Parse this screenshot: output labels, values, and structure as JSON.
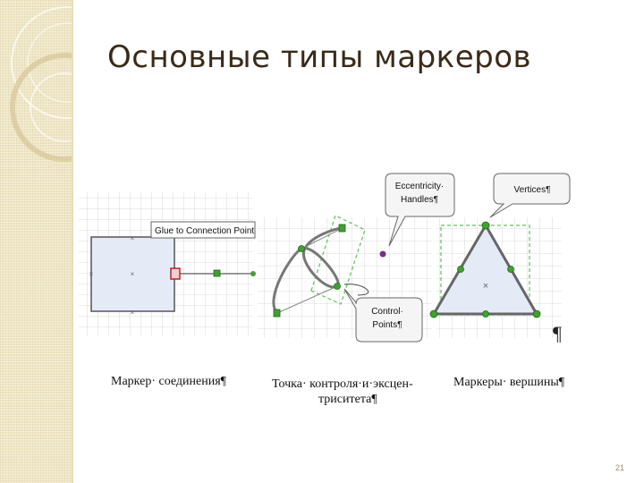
{
  "slide": {
    "title": "Основные типы маркеров",
    "page_number": "21"
  },
  "figure": {
    "tooltip": "Glue to Connection Point",
    "callouts": {
      "eccentricity_line1": "Eccentricity·",
      "eccentricity_line2": "Handles¶",
      "vertices": "Vertices¶",
      "control_line1": "Control·",
      "control_line2": "Points¶"
    },
    "pilcrow": "¶",
    "colors": {
      "shape_fill": "#e4ebf7",
      "handle_green": "#3fa12f",
      "eccentricity_purple": "#7a2a8a",
      "glue_red": "#c0202a",
      "sidebar": "#efe6c4"
    }
  },
  "captions": {
    "connection": "Маркер· соединения¶",
    "control_line1": "Точка· контроля·и·эксцен-",
    "control_line2": "триситета¶",
    "vertices": "Маркеры· вершины¶"
  }
}
